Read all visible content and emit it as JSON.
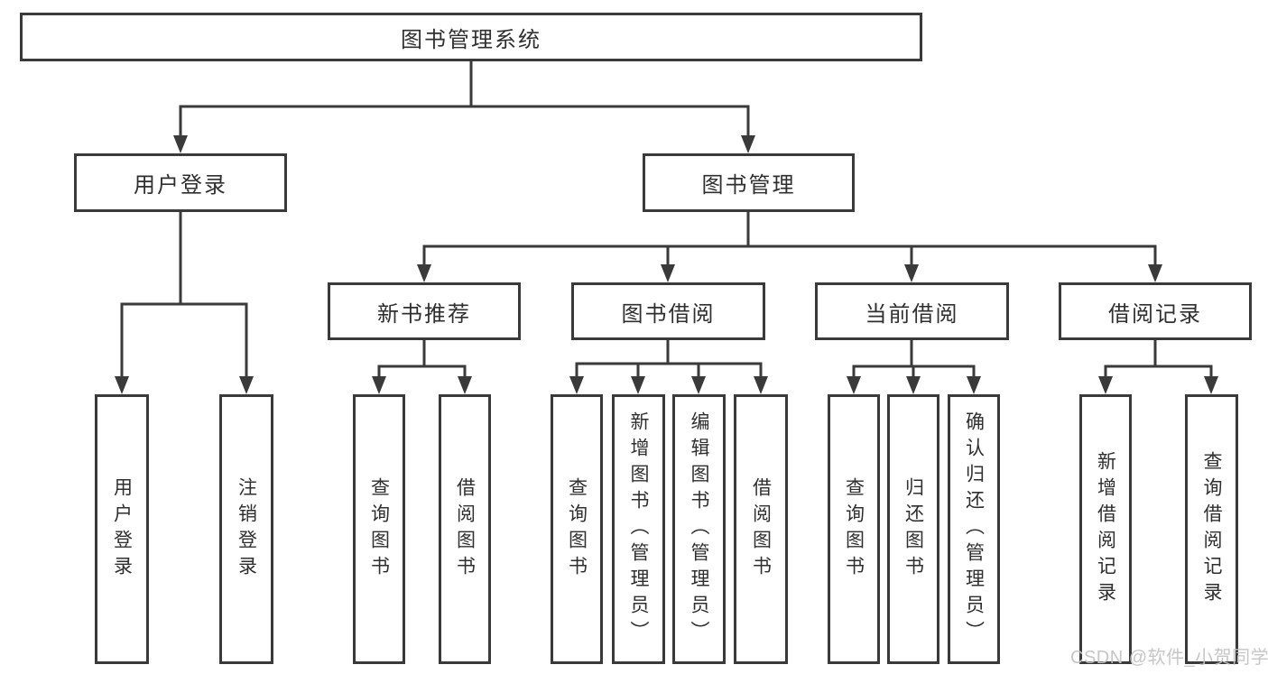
{
  "diagram": {
    "type": "hierarchy-tree",
    "title": "图书管理系统"
  },
  "nodes": {
    "root": "图书管理系统",
    "level2": [
      "用户登录",
      "图书管理"
    ],
    "level3": [
      "新书推荐",
      "图书借阅",
      "当前借阅",
      "借阅记录"
    ],
    "leaves_user_login": [
      "用户登录",
      "注销登录"
    ],
    "leaves_new_books": [
      "查询图书",
      "借阅图书"
    ],
    "leaves_book_borrow": [
      "查询图书",
      "新增图书（管理员）",
      "编辑图书（管理员）",
      "借阅图书"
    ],
    "leaves_current_borrow": [
      "查询图书",
      "归还图书",
      "确认归还（管理员）"
    ],
    "leaves_borrow_records": [
      "新增借阅记录",
      "查询借阅记录"
    ]
  },
  "watermark": "CSDN @软件_小贺同学",
  "colors": {
    "line": "#3a3a3a",
    "text": "#2f2f2f",
    "background": "#ffffff",
    "watermark": "#c3c3c3"
  }
}
